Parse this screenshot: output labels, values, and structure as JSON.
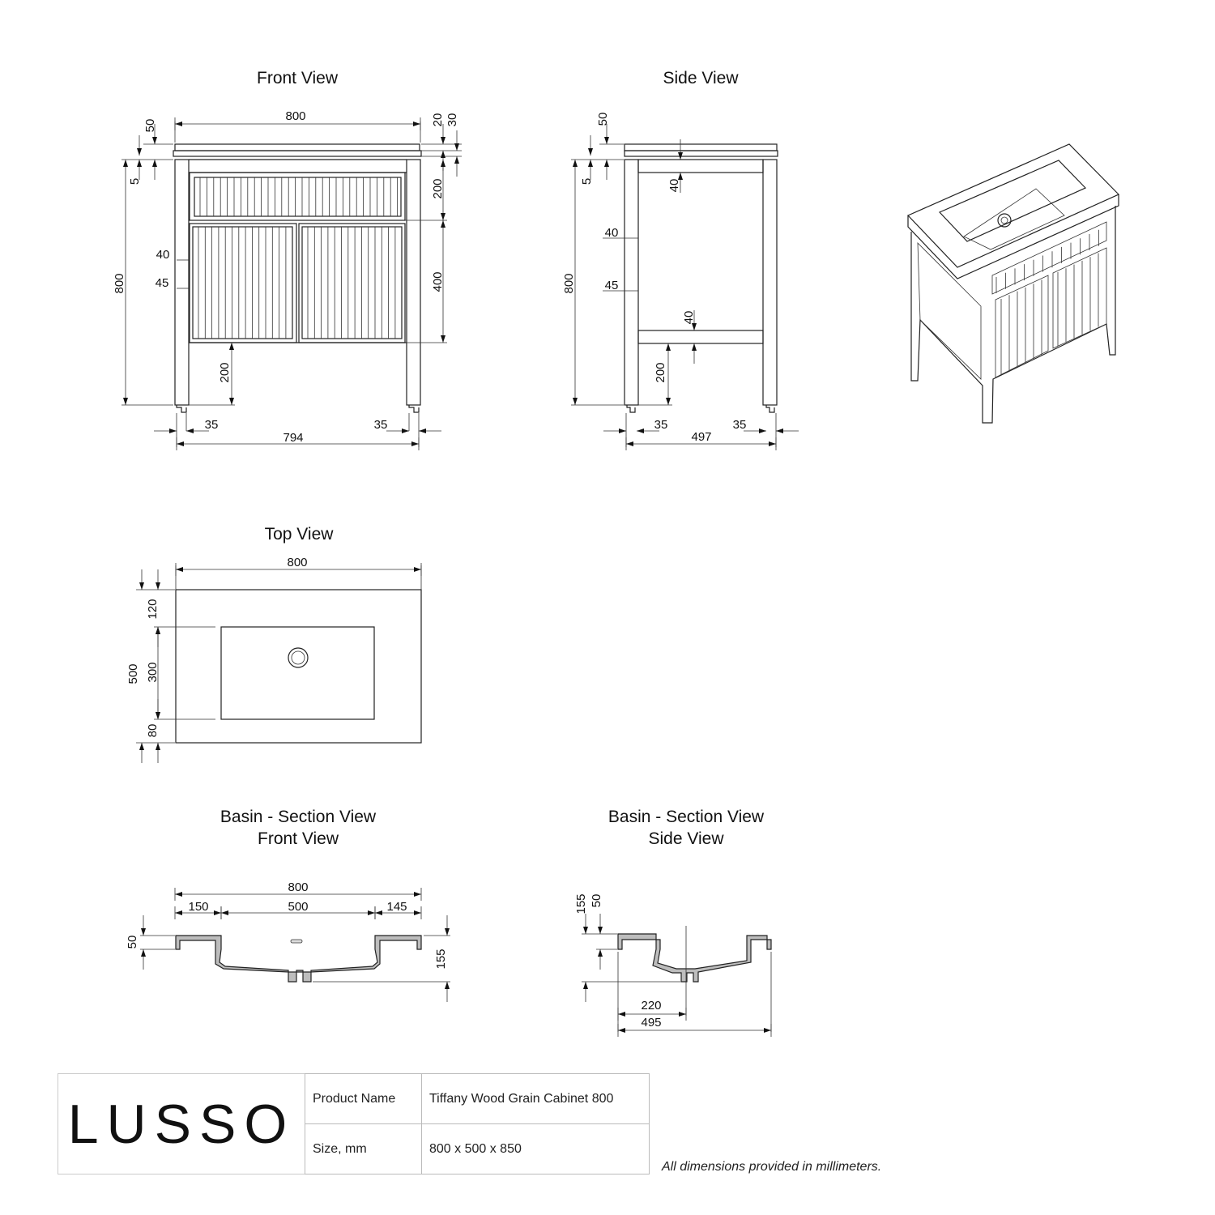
{
  "front_view": {
    "title": "Front View",
    "dims": {
      "width_top": "800",
      "top_50": "50",
      "gap_5": "5",
      "height_800": "800",
      "right_20": "20",
      "right_30": "30",
      "drawer_200": "200",
      "door_400": "400",
      "rail_40": "40",
      "rail_45": "45",
      "leg_200": "200",
      "leg_35_left": "35",
      "leg_35_right": "35",
      "width_794": "794"
    }
  },
  "side_view": {
    "title": "Side View",
    "dims": {
      "top_50": "50",
      "gap_5": "5",
      "height_800": "800",
      "rail_top_40": "40",
      "rail_40": "40",
      "rail_45": "45",
      "rail_bottom_40": "40",
      "leg_200": "200",
      "leg_35_left": "35",
      "leg_35_right": "35",
      "depth_497": "497"
    }
  },
  "top_view": {
    "title": "Top View",
    "dims": {
      "width_800": "800",
      "depth_500": "500",
      "front_120": "120",
      "basin_300": "300",
      "back_80": "80"
    }
  },
  "basin_front_section": {
    "title_line1": "Basin - Section View",
    "title_line2": "Front View",
    "dims": {
      "width_800": "800",
      "left_150": "150",
      "basin_500": "500",
      "right_145": "145",
      "rim_50": "50",
      "depth_155": "155"
    }
  },
  "basin_side_section": {
    "title_line1": "Basin - Section View",
    "title_line2": "Side View",
    "dims": {
      "depth_155": "155",
      "rim_50": "50",
      "drain_220": "220",
      "width_495": "495"
    }
  },
  "title_block": {
    "logo": "LUSSO",
    "product_name_label": "Product Name",
    "product_name_value": "Tiffany Wood Grain Cabinet 800",
    "size_label": "Size, mm",
    "size_value": "800 x 500 x 850",
    "note": "All dimensions provided in millimeters."
  }
}
